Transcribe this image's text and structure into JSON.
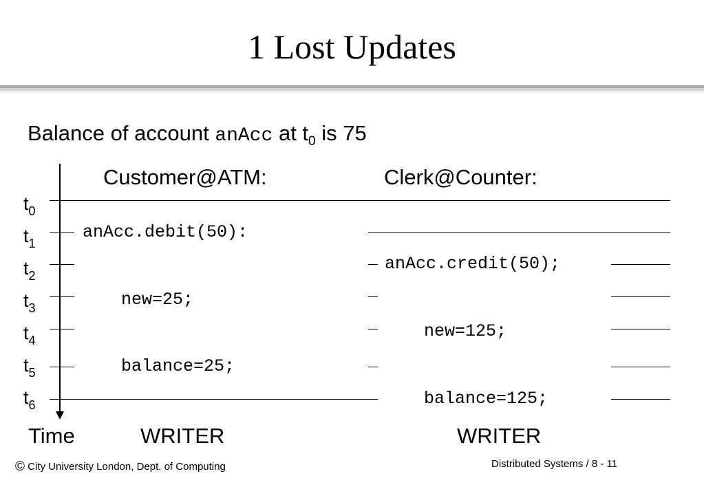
{
  "title": "1 Lost Updates",
  "subtitle": {
    "prefix": "Balance of account",
    "code": "anAcc",
    "middle": "at t",
    "sub": "0",
    "suffix": "is 75"
  },
  "columns": {
    "left": "Customer@ATM:",
    "right": "Clerk@Counter:"
  },
  "time_labels": [
    {
      "t": "t",
      "sub": "0"
    },
    {
      "t": "t",
      "sub": "1"
    },
    {
      "t": "t",
      "sub": "2"
    },
    {
      "t": "t",
      "sub": "3"
    },
    {
      "t": "t",
      "sub": "4"
    },
    {
      "t": "t",
      "sub": "5"
    },
    {
      "t": "t",
      "sub": "6"
    }
  ],
  "customer_ops": {
    "t1": "anAcc.debit(50):",
    "t3": "new=25;",
    "t5": "balance=25;"
  },
  "clerk_ops": {
    "t2": "anAcc.credit(50);",
    "t4": "new=125;",
    "t6": "balance=125;"
  },
  "footer": {
    "time": "Time",
    "left_role": "WRITER",
    "right_role": "WRITER",
    "copyright_symbol": "©",
    "copyright_text": "City University London, Dept. of Computing",
    "page": "Distributed Systems / 8 - 11"
  }
}
